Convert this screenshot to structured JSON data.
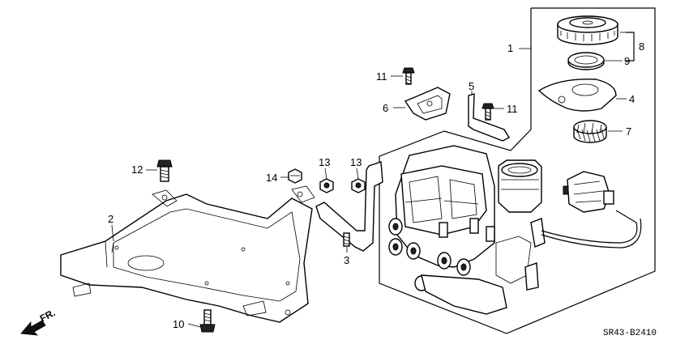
{
  "diagram": {
    "code": "SR43-B2410",
    "direction_label": "FR.",
    "callouts": {
      "n1": "1",
      "n2": "2",
      "n3": "3",
      "n4": "4",
      "n5": "5",
      "n6": "6",
      "n7": "7",
      "n8": "8",
      "n9": "9",
      "n10": "10",
      "n11a": "11",
      "n11b": "11",
      "n12": "12",
      "n13a": "13",
      "n13b": "13",
      "n14": "14"
    }
  }
}
